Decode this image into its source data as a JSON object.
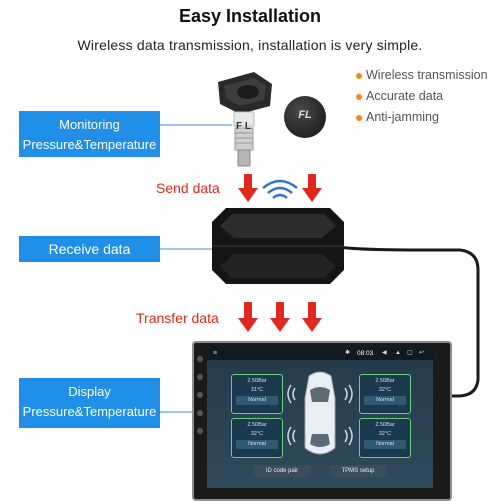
{
  "header": {
    "title": "Easy Installation",
    "subtitle": "Wireless data transmission, installation is very simple."
  },
  "features": [
    {
      "label": "Wireless transmission"
    },
    {
      "label": "Accurate data"
    },
    {
      "label": "Anti-jamming"
    }
  ],
  "sensor": {
    "valve_label": "F L",
    "cap_label": "FL"
  },
  "boxes": {
    "monitoring": {
      "line1": "Monitoring",
      "line2": "Pressure&Temperature"
    },
    "receive": {
      "label": "Receive data"
    },
    "display": {
      "line1": "Display",
      "line2": "Pressure&Temperature"
    }
  },
  "flow": {
    "send": "Send data",
    "transfer": "Transfer data"
  },
  "screen": {
    "time": "08:03",
    "tires": [
      {
        "pressure": "2.50Bar",
        "temp": "31°C",
        "status": "Normal"
      },
      {
        "pressure": "2.50Bar",
        "temp": "32°C",
        "status": "Normal"
      },
      {
        "pressure": "2.50Bar",
        "temp": "32°C",
        "status": "Normal"
      },
      {
        "pressure": "2.50Bar",
        "temp": "32°C",
        "status": "Normal"
      }
    ],
    "buttons": {
      "id_code": "ID code pair",
      "tpms_setup": "TPMS setup"
    }
  },
  "colors": {
    "accent_blue": "#1f8fe8",
    "arrow_red": "#e0281c",
    "bullet_orange": "#f08a1c",
    "panel_green": "#6bd07c"
  }
}
